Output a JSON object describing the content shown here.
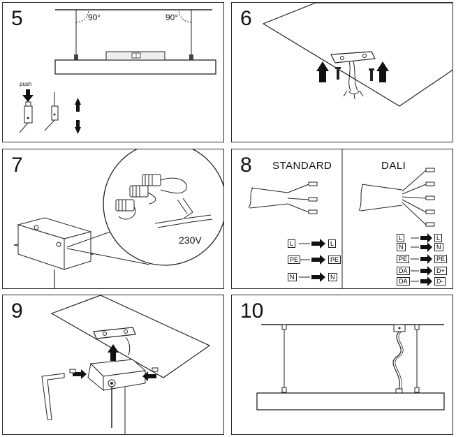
{
  "steps": [
    {
      "number": "5",
      "angle_left": "90°",
      "angle_right": "90°",
      "push_label": "push"
    },
    {
      "number": "6"
    },
    {
      "number": "7",
      "voltage": "230V"
    },
    {
      "number": "8",
      "standard_title": "STANDARD",
      "dali_title": "DALI",
      "standard_rows": [
        {
          "from": "L",
          "to": "L"
        },
        {
          "from": "PE",
          "to": "PE"
        },
        {
          "from": "N",
          "to": "N"
        }
      ],
      "dali_rows": [
        {
          "from": "L",
          "to": "L"
        },
        {
          "from": "N",
          "to": "N"
        },
        {
          "from": "PE",
          "to": "PE"
        },
        {
          "from": "DA",
          "to": "D+"
        },
        {
          "from": "DA",
          "to": "D-"
        }
      ]
    },
    {
      "number": "9"
    },
    {
      "number": "10"
    }
  ],
  "icons": [
    "arrow-up-icon",
    "arrow-down-icon",
    "arrow-right-icon",
    "spirit-level-icon",
    "allen-key-icon",
    "screw-icon"
  ]
}
